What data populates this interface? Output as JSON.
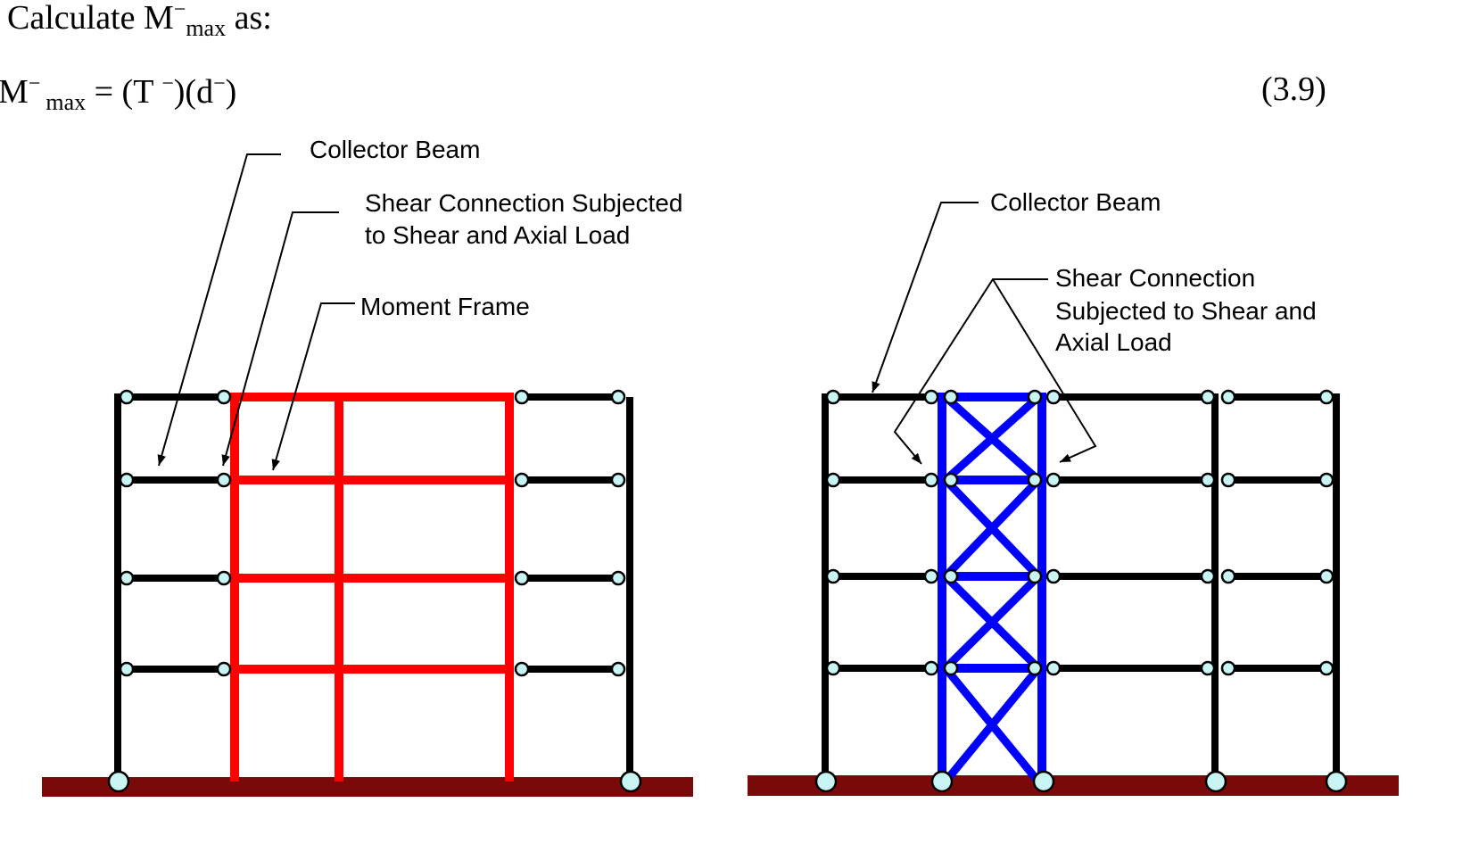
{
  "document": {
    "intro_text": "Calculate M",
    "intro_sup": "−",
    "intro_sub": "max",
    "intro_tail": " as:",
    "equation": {
      "M": "M",
      "sup1": "−",
      "sub": "max",
      "rhs": " = (T ",
      "sup2": "−",
      "mid": ")(d",
      "sup3": "−",
      "end": ")",
      "number": "(3.9)"
    }
  },
  "figure_left": {
    "label_collector": "Collector Beam",
    "label_shear_line1": "Shear Connection  Subjected",
    "label_shear_line2": "to Shear  and Axial Load",
    "label_moment": "Moment Frame",
    "frame_color": "#ff0000"
  },
  "figure_right": {
    "label_collector": "Collector Beam",
    "label_shear_line1": "Shear Connection",
    "label_shear_line2": "Subjected to Shear  and",
    "label_shear_line3": "Axial Load",
    "frame_color": "#0000ff"
  },
  "colors": {
    "ground": "#7a0a0a",
    "pin_fill": "#c8f4f4",
    "member": "#000000"
  }
}
